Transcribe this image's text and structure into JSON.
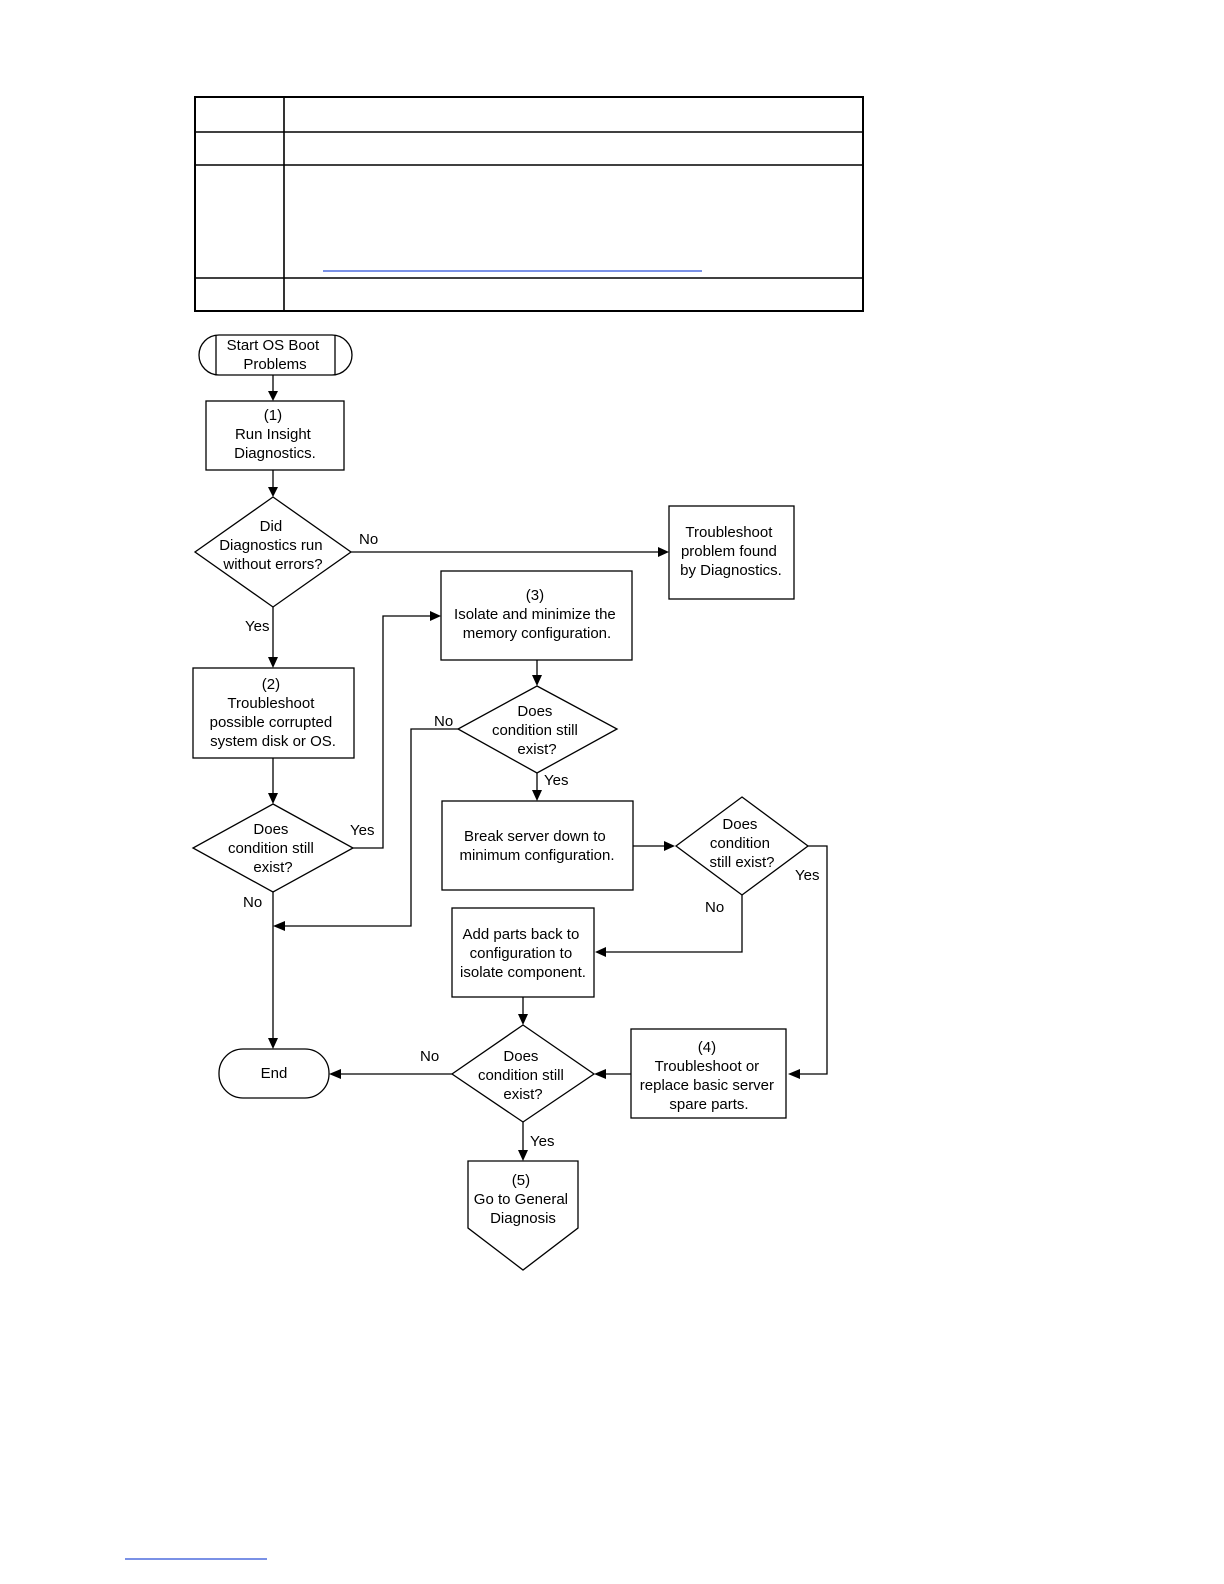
{
  "table": {
    "rows": 4,
    "columns": 2
  },
  "flowchart": {
    "nodes": {
      "start": [
        "Start OS Boot",
        "Problems"
      ],
      "n1": [
        "(1)",
        "Run Insight",
        "Diagnostics."
      ],
      "d1": [
        "Did",
        "Diagnostics run",
        "without errors?"
      ],
      "t1": [
        "Troubleshoot",
        "problem found",
        "by Diagnostics."
      ],
      "n3": [
        "(3)",
        "Isolate and minimize the",
        "memory configuration."
      ],
      "n2": [
        "(2)",
        "Troubleshoot",
        "possible corrupted",
        "system disk or OS."
      ],
      "d3": [
        "Does",
        "condition still",
        "exist?"
      ],
      "d2": [
        "Does",
        "condition still",
        "exist?"
      ],
      "brk": [
        "Break server down to",
        "minimum configuration."
      ],
      "d4": [
        "Does",
        "condition",
        "still exist?"
      ],
      "add": [
        "Add parts back to",
        "configuration to",
        "isolate component."
      ],
      "end": [
        "End"
      ],
      "d5": [
        "Does",
        "condition still",
        "exist?"
      ],
      "n4": [
        "(4)",
        "Troubleshoot or",
        "replace basic server",
        "spare parts."
      ],
      "n5": [
        "(5)",
        "Go to General",
        "Diagnosis"
      ]
    },
    "edge_labels": {
      "d1_no": "No",
      "d1_yes": "Yes",
      "d3_no": "No",
      "d3_yes": "Yes",
      "d2_yes": "Yes",
      "d2_no": "No",
      "d4_no": "No",
      "d4_yes": "Yes",
      "d5_no": "No",
      "d5_yes": "Yes"
    }
  }
}
